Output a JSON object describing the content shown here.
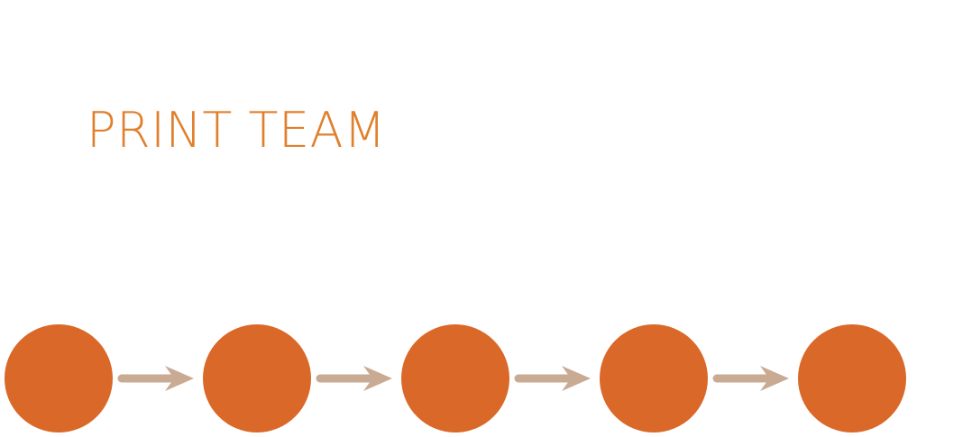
{
  "title": "PRINT TEAM",
  "colors": {
    "title": "#E07F2C",
    "node": "#DA6828",
    "arrow": "#C9AA93",
    "background": "#FFFFFF"
  },
  "flow": {
    "node_count": 5,
    "nodes": [
      "",
      "",
      "",
      "",
      ""
    ],
    "arrows": [
      "right",
      "right",
      "right",
      "right"
    ]
  }
}
